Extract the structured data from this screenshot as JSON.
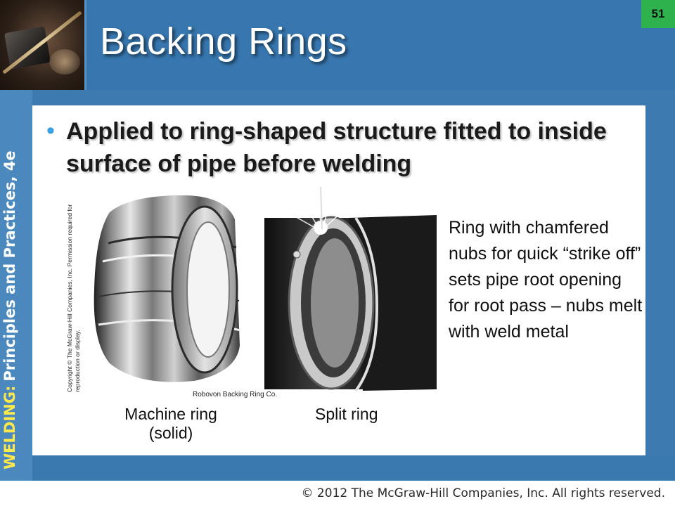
{
  "slide": {
    "title": "Backing Rings",
    "page_number": "51",
    "side_label_lead": "WELDING:",
    "side_label_rest": "Principles and Practices, 4e"
  },
  "content": {
    "bullet": "Applied to ring-shaped structure fitted to inside surface of pipe before welding",
    "image_permission": "Copyright © The McGraw-Hill Companies, Inc. Permission required for reproduction or display.",
    "image_credit": "Robovon Backing Ring Co.",
    "caption_machine": "Machine ring (solid)",
    "caption_split": "Split ring",
    "description": "Ring with chamfered nubs for quick “strike off” sets pipe root opening for root pass – nubs melt with weld metal"
  },
  "footer": {
    "copyright": "© 2012 The McGraw-Hill Companies, Inc. All rights reserved."
  },
  "colors": {
    "title_bar": "#3776ae",
    "page_badge": "#2db24d",
    "bullet_dot": "#3aa0e4",
    "side_label_lead": "#ffe94a"
  },
  "icons": {
    "bullet": "bullet-dot-icon",
    "logo": "welding-logo-image"
  }
}
